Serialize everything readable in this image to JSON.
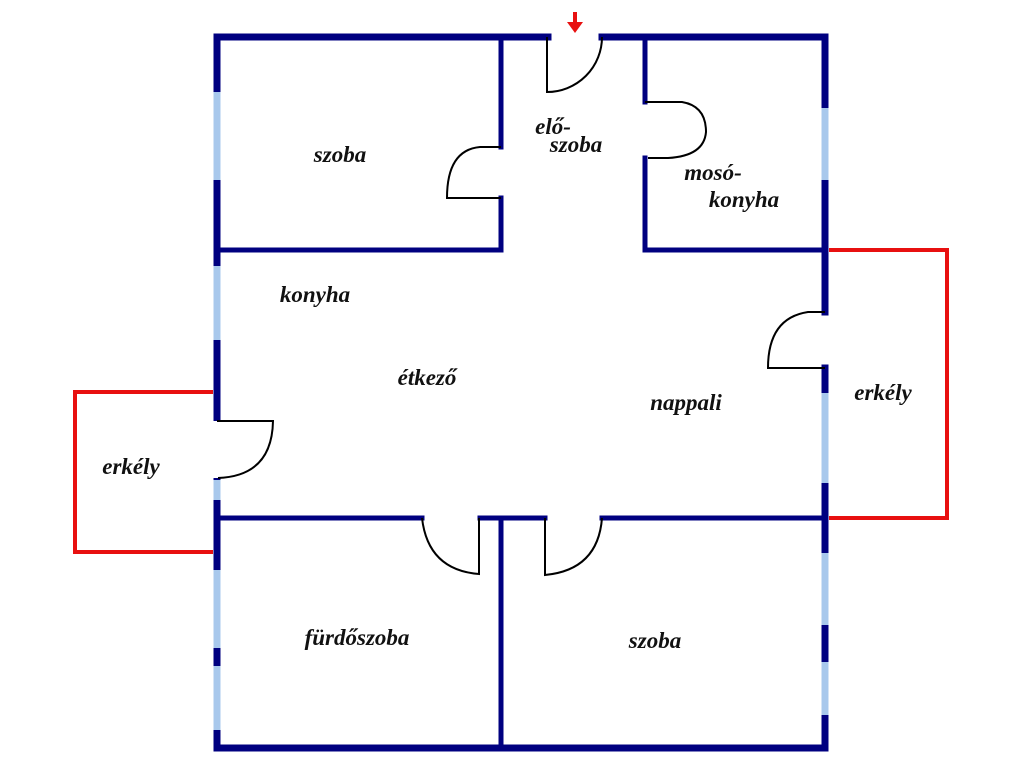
{
  "colors": {
    "wall": "#000080",
    "window": "#a8c8ec",
    "balcony": "#e81010",
    "entrance_arrow": "#e81010",
    "door": "#000000"
  },
  "rooms": {
    "szoba_top": "szoba",
    "eloszoba_1": "elő-",
    "eloszoba_2": "szoba",
    "mosokonyha_1": "mosó-",
    "mosokonyha_2": "konyha",
    "konyha": "konyha",
    "etkezo": "étkező",
    "nappali": "nappali",
    "erkely_right": "erkély",
    "erkely_left": "erkély",
    "furdoszoba": "fürdőszoba",
    "szoba_bottom": "szoba"
  },
  "icons": {
    "entrance": "arrow-down-icon"
  }
}
